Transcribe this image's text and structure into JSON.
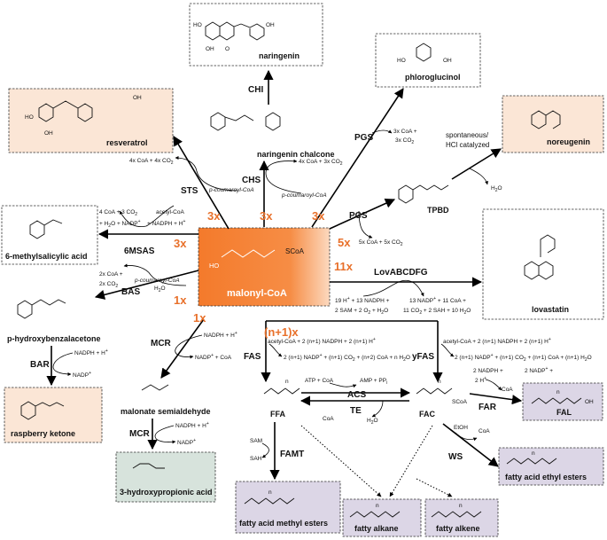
{
  "compounds": {
    "malonyl_coa": "malonyl-CoA",
    "naringenin": "naringenin",
    "naringenin_chalcone": "naringenin chalcone",
    "resveratrol": "resveratrol",
    "phloroglucinol": "phloroglucinol",
    "noreugenin": "noreugenin",
    "tpbd": "TPBD",
    "six_msa": "6-methylsalicylic acid",
    "lovastatin": "lovastatin",
    "p_hydroxybenzalacetone": "p-hydroxybenzalacetone",
    "raspberry_ketone": "raspberry ketone",
    "malonate_semialdehyde": "malonate semialdehyde",
    "three_hp": "3-hydroxypropionic acid",
    "ffa": "FFA",
    "fac": "FAC",
    "fal": "FAL",
    "fatty_acid_ethyl_esters": "fatty acid ethyl esters",
    "fatty_acid_methyl_esters": "fatty acid methyl esters",
    "fatty_alkane": "fatty alkane",
    "fatty_alkene": "fatty alkene"
  },
  "enzymes": {
    "chi": "CHI",
    "chs": "CHS",
    "sts": "STS",
    "pgs": "PGS",
    "pcs": "PCS",
    "six_msas": "6MSAS",
    "lov": "LovABCDFG",
    "bas": "BAS",
    "bar": "BAR",
    "mcr1": "MCR",
    "mcr2": "MCR",
    "fas": "FAS",
    "yfas": "yFAS",
    "acs": "ACS",
    "te": "TE",
    "far": "FAR",
    "famt": "FAMT",
    "ws": "WS"
  },
  "stoichiometry": {
    "sts": "3x",
    "chs": "3x",
    "pgs": "3x",
    "six_msas": "3x",
    "pcs": "5x",
    "lov": "11x",
    "bas": "1x",
    "mcr": "1x",
    "fas": "(n+1)x"
  },
  "cofactors": {
    "chs_out": "4x CoA + 3x CO",
    "chs_out_sub": "2",
    "chs_in": "p-coumaroyl-CoA",
    "sts_out": "4x CoA + 4x CO",
    "sts_out_sub": "2",
    "sts_in": "p-coumaroyl-CoA",
    "pgs_out1": "3x CoA +",
    "pgs_out2": "3x CO",
    "pgs_out2_sub": "2",
    "spont1": "spontaneous/",
    "spont2": "HCl catalyzed",
    "noreugenin_h2o": "H",
    "noreugenin_h2o_sub": "2",
    "noreugenin_h2o_end": "O",
    "pcs_out": "5x CoA + 5x CO",
    "pcs_out_sub": "2",
    "msas_out1": "4 CoA + 3 CO",
    "msas_out1_sub": "2",
    "msas_out2": "+ H",
    "msas_out2_sub": "2",
    "msas_out2_end": "O + NADP",
    "msas_out2_sup": "+",
    "msas_in1": "acetyl-CoA",
    "msas_in2": "+ NADPH + H",
    "msas_in2_sup": "+",
    "bas_out1": "2x CoA +",
    "bas_out2": "2x CO",
    "bas_out2_sub": "2",
    "bas_in1": "p-coumaroyl-CoA",
    "bas_in2": "H",
    "bas_in2_sub": "2",
    "bas_in2_end": "O",
    "lov_in1": "19 H",
    "lov_in1_sup": "+",
    "lov_in1_end": " + 13 NADPH +",
    "lov_in2": "2 SAM + 2 O",
    "lov_in2_sub": "2",
    "lov_in2_end": " + H",
    "lov_in2_sub2": "2",
    "lov_in2_end2": "O",
    "lov_out1": "13 NADP",
    "lov_out1_sup": "+",
    "lov_out1_end": " + 11 CoA +",
    "lov_out2": "11 CO",
    "lov_out2_sub": "2",
    "lov_out2_end": " + 2 SAH + 10 H",
    "lov_out2_sub2": "2",
    "lov_out2_end2": "O",
    "bar_in": "NADPH + H",
    "bar_in_sup": "+",
    "bar_out": "NADP",
    "bar_out_sup": "+",
    "mcr1_in": "NADPH + H",
    "mcr1_in_sup": "+",
    "mcr1_out": "NADP",
    "mcr1_out_sup": "+",
    "mcr1_out_end": " + CoA",
    "mcr2_in": "NADPH + H",
    "mcr2_in_sup": "+",
    "mcr2_out": "NADP",
    "mcr2_out_sup": "+",
    "fas_in": "acetyl-CoA + 2 (n+1) NADPH + 2 (n+1) H",
    "fas_in_sup": "+",
    "fas_out": "2 (n+1) NADP",
    "fas_out_sup": "+",
    "fas_out_mid": " + (n+1) CO",
    "fas_out_sub": "2",
    "fas_out_end": " + (n+2) CoA + n H",
    "fas_out_sub2": "2",
    "fas_out_end2": "O",
    "yfas_in": "acetyl-CoA + 2 (n+1) NADPH + 2 (n+1) H",
    "yfas_in_sup": "+",
    "yfas_out": "2 (n+1) NADP",
    "yfas_out_sup": "+",
    "yfas_out_mid": " + (n+1) CO",
    "yfas_out_sub": "2",
    "yfas_out_end": " + (n+1) CoA + (n+1) H",
    "yfas_out_sub2": "2",
    "yfas_out_end2": "O",
    "acs_in": "ATP + CoA",
    "acs_out": "AMP + PP",
    "acs_out_sub": "i",
    "te_out1": "CoA",
    "te_out2": "H",
    "te_out2_sub": "2",
    "te_out2_end": "O",
    "far_in1": "2 NADPH +",
    "far_in2": "2 H",
    "far_in2_sup": "+",
    "far_out1": "2 NADP",
    "far_out1_sup": "+",
    "far_out1_end": " +",
    "far_out2": "CoA",
    "famt_in": "SAM",
    "famt_out": "SAH",
    "ws_in": "EtOH",
    "ws_out": "CoA"
  },
  "labels": {
    "n": "n",
    "scoa": "SCoA",
    "oh": "OH",
    "o": "O",
    "ho": "HO"
  },
  "colors": {
    "stoich": "#e8702a",
    "malonyl_start": "#f47a2b",
    "malonyl_end": "#fcd9bf",
    "warm_box": "#fbe6d6",
    "purple_box": "#dcd6e6",
    "green_box": "#d7e3dc"
  }
}
